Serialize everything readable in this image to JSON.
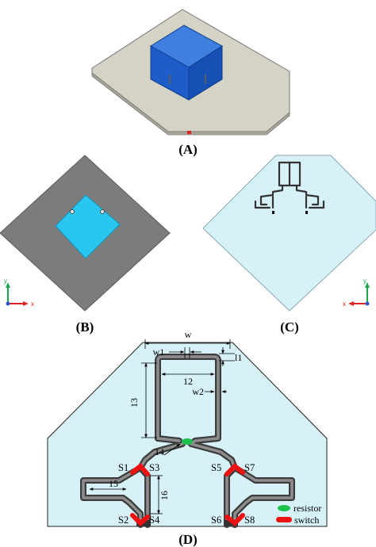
{
  "captions": {
    "a": "(A)",
    "b": "(B)",
    "c": "(C)",
    "d": "(D)"
  },
  "axes": {
    "y": "y",
    "x": "x"
  },
  "dimensions": {
    "w": "w",
    "w1": "w1",
    "w2": "w2",
    "l1": "l1",
    "l2": "12",
    "l3": "13",
    "l4": "14",
    "l5": "15",
    "l6": "16"
  },
  "switches": [
    "S1",
    "S2",
    "S3",
    "S4",
    "S5",
    "S6",
    "S7",
    "S8"
  ],
  "legend": {
    "resistor": "resistor",
    "switch": "switch"
  },
  "colors": {
    "groundplane_3d": "#d5d3c5",
    "box_blue": "#1d5cc9",
    "groundplane_gray": "#7c7c7c",
    "patch_cyan": "#29c6f0",
    "substrate": "#d6f1f8",
    "trace_outer": "#3c3c3c",
    "trace_inner": "#8d8d8d",
    "resistor": "#1bc24e",
    "switch": "#ee1111"
  }
}
